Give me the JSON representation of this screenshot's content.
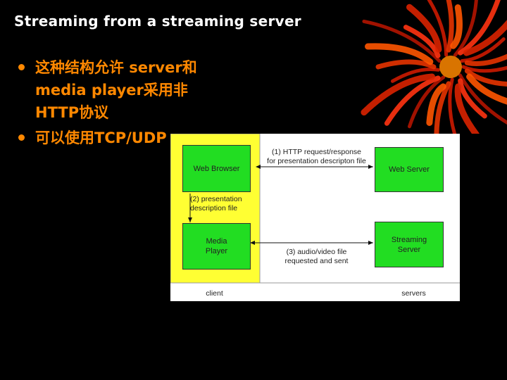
{
  "slide": {
    "title": "Streaming from a streaming server",
    "bullets": [
      {
        "text": "这种结构允许 server和media player采用非 HTTP协议"
      },
      {
        "text": "可以使用TCP/UDP"
      }
    ]
  },
  "diagram": {
    "boxes": {
      "web_browser": "Web Browser",
      "media_player": "Media\nPlayer",
      "web_server": "Web Server",
      "streaming_server": "Streaming\nServer"
    },
    "labels": {
      "step1": "(1) HTTP request/response\nfor presentation descripton file",
      "step2": "(2)  presentation\ndescription file",
      "step3": "(3) audio/video file\nrequested and sent",
      "client": "client",
      "servers": "servers"
    },
    "colors": {
      "client_panel": "#ffff33",
      "box": "#22dd22",
      "background": "#ffffff",
      "bullet": "#ff8800"
    }
  }
}
